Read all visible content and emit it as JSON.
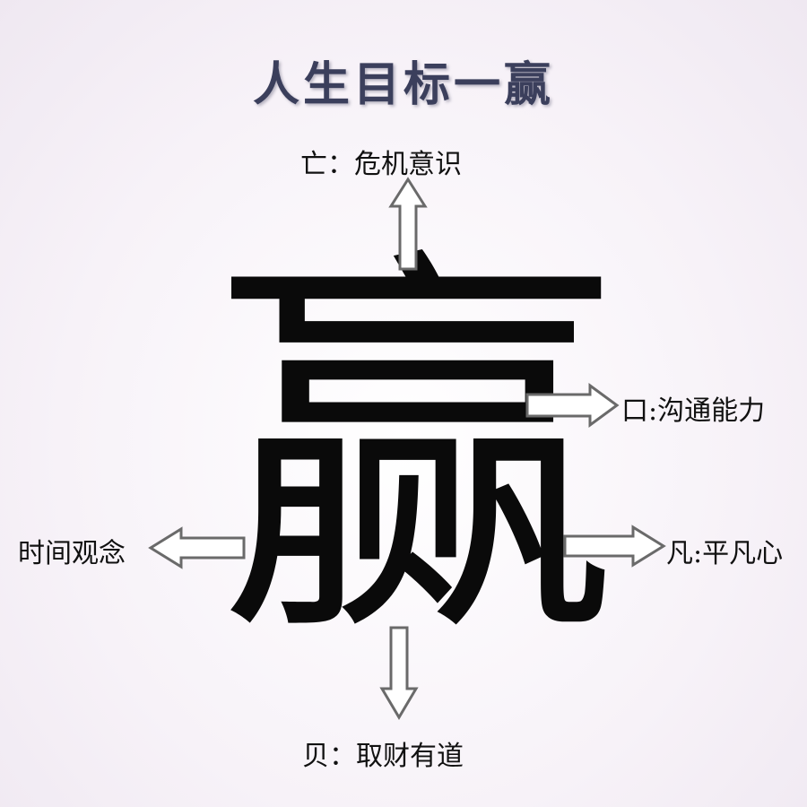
{
  "title": "人生目标一赢",
  "main_character": "赢",
  "labels": {
    "top": "亡：危机意识",
    "right_mouth": "口:沟通能力",
    "left": "时间观念",
    "right_fan": "凡:平凡心",
    "bottom": "贝：取财有道"
  },
  "colors": {
    "title": "#3b3f5c",
    "arrow_stroke": "#6a6a6a",
    "arrow_fill": "#ffffff",
    "text": "#111111"
  },
  "icons": {
    "arrow_up": "arrow-up-icon",
    "arrow_down": "arrow-down-icon",
    "arrow_left": "arrow-left-icon",
    "arrow_right": "arrow-right-icon"
  }
}
